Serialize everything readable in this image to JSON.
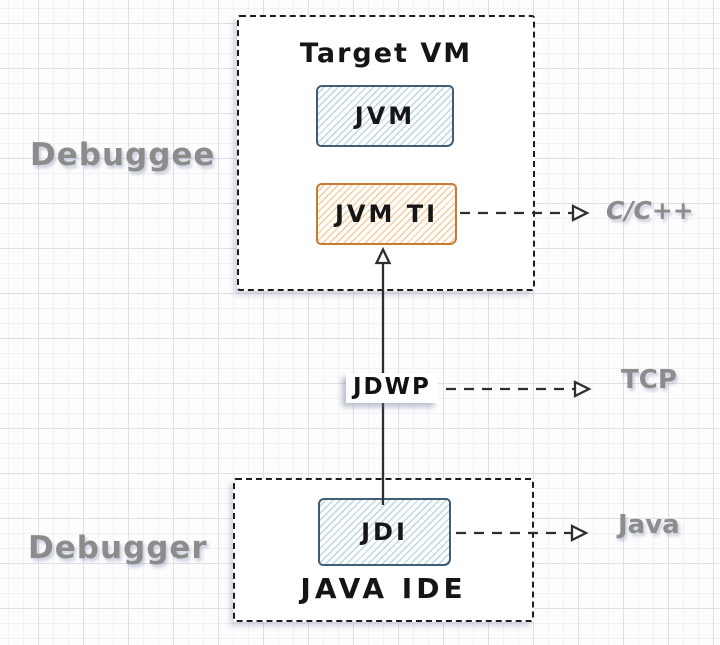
{
  "diagram": {
    "left_labels": {
      "debuggee": "Debuggee",
      "debugger": "Debugger"
    },
    "target_vm": {
      "title": "Target VM",
      "jvm_label": "JVM",
      "jvmti_label": "JVM TI"
    },
    "ide": {
      "title": "JAVA IDE",
      "jdi_label": "JDI"
    },
    "connector": {
      "jdwp_label": "JDWP"
    },
    "right_labels": {
      "cpp": "C/C++",
      "tcp": "TCP",
      "java": "Java"
    },
    "colors": {
      "jvm_border": "#3f5e75",
      "jvm_hatch": "#c1d4e2",
      "jvmti_border": "#c87a30",
      "jvmti_hatch": "#f1cda6",
      "outer_border": "#1d1d1d",
      "arrow_ink": "#2e2e2e",
      "side_label_gray": "#8c8c8c",
      "background": "#fdfdfe"
    }
  }
}
